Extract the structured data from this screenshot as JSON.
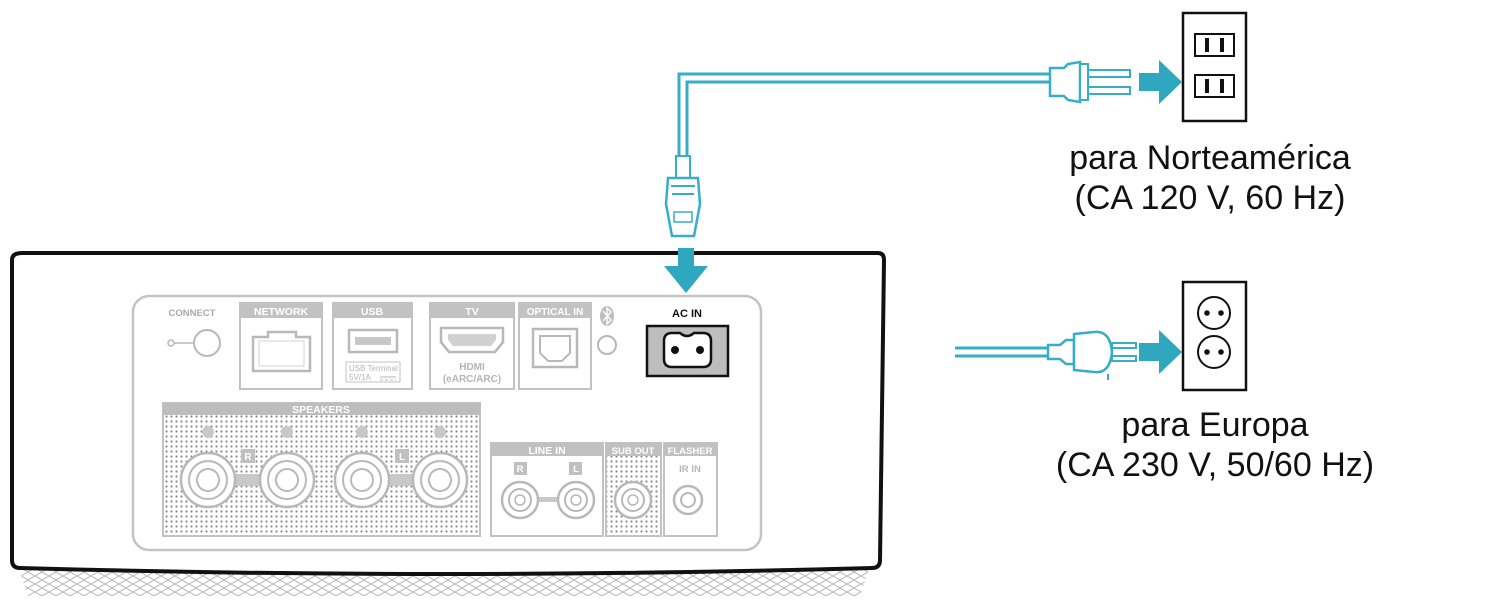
{
  "colors": {
    "accent": "#2ea7bf",
    "cable": "#37aec6",
    "faded": "#bfbfbf",
    "dark": "#111111"
  },
  "panel": {
    "connect": "CONNECT",
    "network": "NETWORK",
    "usb": "USB",
    "usb_terminal": "USB Terminal",
    "usb_power": "5V/1A",
    "tv": "TV",
    "hdmi": "HDMI",
    "earc": "(eARC/ARC)",
    "optical_in": "OPTICAL IN",
    "ac_in": "AC IN",
    "speakers": "SPEAKERS",
    "right": "R",
    "left": "L",
    "line_in": "LINE IN",
    "sub_out": "SUB OUT",
    "flasher": "FLASHER",
    "ir_in": "IR IN"
  },
  "icons": [
    "bluetooth-icon",
    "ethernet-port-icon",
    "usb-port-icon",
    "hdmi-port-icon",
    "optical-port-icon",
    "ac-inlet-icon",
    "us-outlet-icon",
    "eu-outlet-icon",
    "us-plug-icon",
    "eu-plug-icon"
  ],
  "captions": {
    "north_america_line1": "para Norteamérica",
    "north_america_line2": "(CA 120 V, 60 Hz)",
    "europe_line1": "para Europa",
    "europe_line2": "(CA 230 V, 50/60 Hz)"
  }
}
